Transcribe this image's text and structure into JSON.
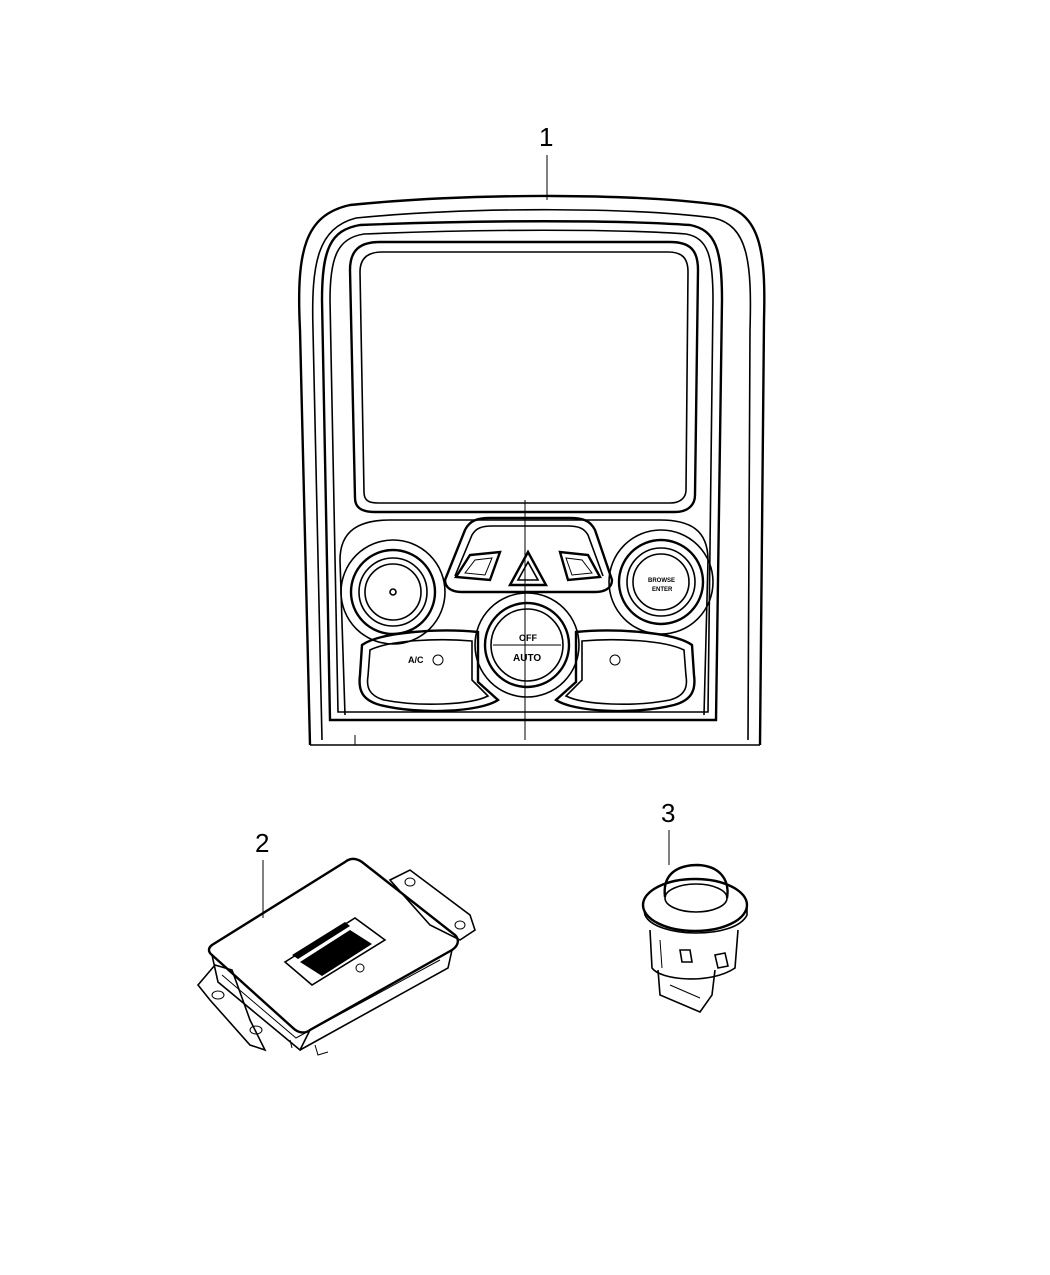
{
  "callouts": [
    {
      "id": "1",
      "label": "1"
    },
    {
      "id": "2",
      "label": "2"
    },
    {
      "id": "3",
      "label": "3"
    }
  ],
  "panel_labels": {
    "ac": "A/C",
    "off": "OFF",
    "auto": "AUTO",
    "browse": "BROWSE",
    "enter": "ENTER"
  },
  "colors": {
    "line": "#000000",
    "background": "#ffffff",
    "label_strip": "#000000"
  }
}
